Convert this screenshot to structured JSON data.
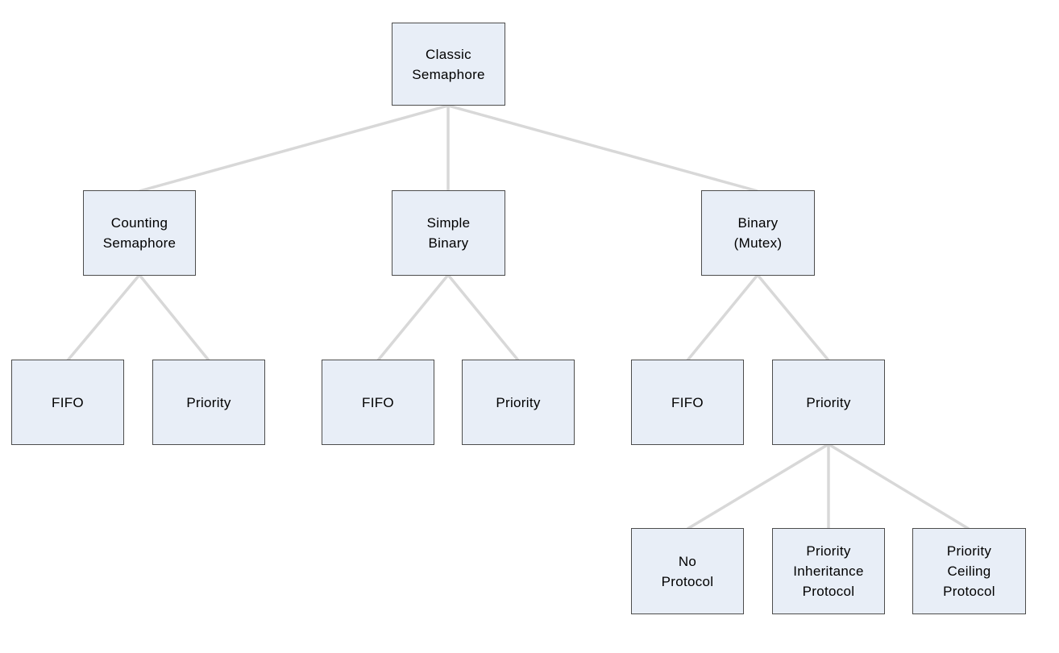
{
  "colors": {
    "background": "#ffffff",
    "node_fill": "#e8eef7",
    "node_border": "#4d4d4d",
    "connector": "#d8d8d8",
    "label_text": "#000000"
  },
  "nodes": {
    "classic": {
      "label": "Classic\nSemaphore"
    },
    "counting": {
      "label": "Counting\nSemaphore"
    },
    "simple_binary": {
      "label": "Simple\nBinary"
    },
    "binary_mutex": {
      "label": "Binary\n(Mutex)"
    },
    "counting_fifo": {
      "label": "FIFO"
    },
    "counting_priority": {
      "label": "Priority"
    },
    "simple_fifo": {
      "label": "FIFO"
    },
    "simple_priority": {
      "label": "Priority"
    },
    "binary_fifo": {
      "label": "FIFO"
    },
    "binary_priority": {
      "label": "Priority"
    },
    "no_protocol": {
      "label": "No\nProtocol"
    },
    "priority_inheritance": {
      "label": "Priority\nInheritance\nProtocol"
    },
    "priority_ceiling": {
      "label": "Priority\nCeiling\nProtocol"
    }
  }
}
